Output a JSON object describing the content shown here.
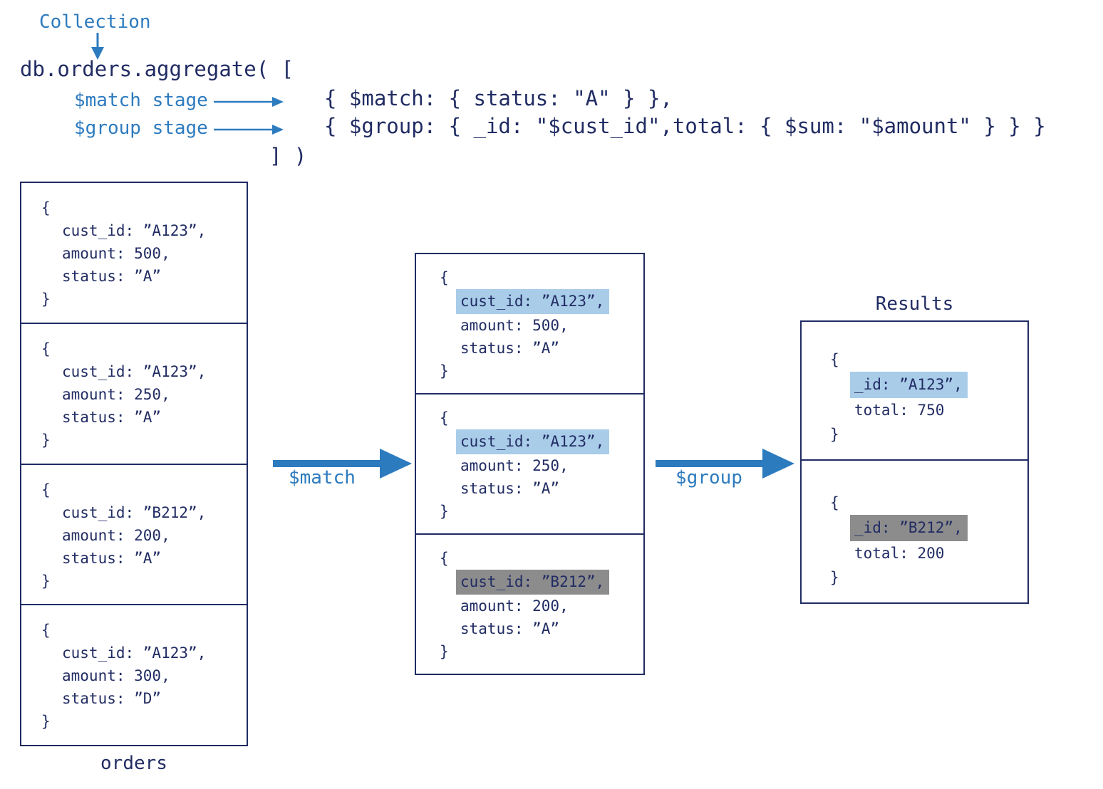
{
  "colors": {
    "background": "#ffffff",
    "navy": "#212c63",
    "blue": "#2d7bbf",
    "highlight_blue": "#a9cce9",
    "highlight_gray": "#8c8c8c"
  },
  "header": {
    "collection_label": "Collection",
    "aggregate_open": "db.orders.aggregate( [",
    "match_stage_label": "$match stage",
    "group_stage_label": "$group stage",
    "match_code": "{ $match: { status: \"A\" } },",
    "group_code": "{ $group: { _id: \"$cust_id\",total: { $sum: \"$amount\" } } }",
    "aggregate_close": "] )"
  },
  "punct": {
    "open": "{",
    "close": "}"
  },
  "orders": {
    "caption": "orders",
    "docs": [
      {
        "l1": "cust_id: ”A123”,",
        "l2": "amount: 500,",
        "l3": "status: ”A”"
      },
      {
        "l1": "cust_id: ”A123”,",
        "l2": "amount: 250,",
        "l3": "status: ”A”"
      },
      {
        "l1": "cust_id: ”B212”,",
        "l2": "amount: 200,",
        "l3": "status: ”A”"
      },
      {
        "l1": "cust_id: ”A123”,",
        "l2": "amount: 300,",
        "l3": "status: ”D”"
      }
    ]
  },
  "pipeline": {
    "match_arrow_label": "$match",
    "group_arrow_label": "$group"
  },
  "matched": {
    "docs": [
      {
        "l1": "cust_id: ”A123”,",
        "highlight": "blue",
        "l2": "amount: 500,",
        "l3": "status: ”A”"
      },
      {
        "l1": "cust_id: ”A123”,",
        "highlight": "blue",
        "l2": "amount: 250,",
        "l3": "status: ”A”"
      },
      {
        "l1": "cust_id: ”B212”,",
        "highlight": "gray",
        "l2": "amount: 200,",
        "l3": "status: ”A”"
      }
    ]
  },
  "results": {
    "title": "Results",
    "docs": [
      {
        "l1": "_id: ”A123”,",
        "highlight": "blue",
        "l2": "total: 750"
      },
      {
        "l1": "_id: ”B212”,",
        "highlight": "gray",
        "l2": "total: 200"
      }
    ]
  }
}
